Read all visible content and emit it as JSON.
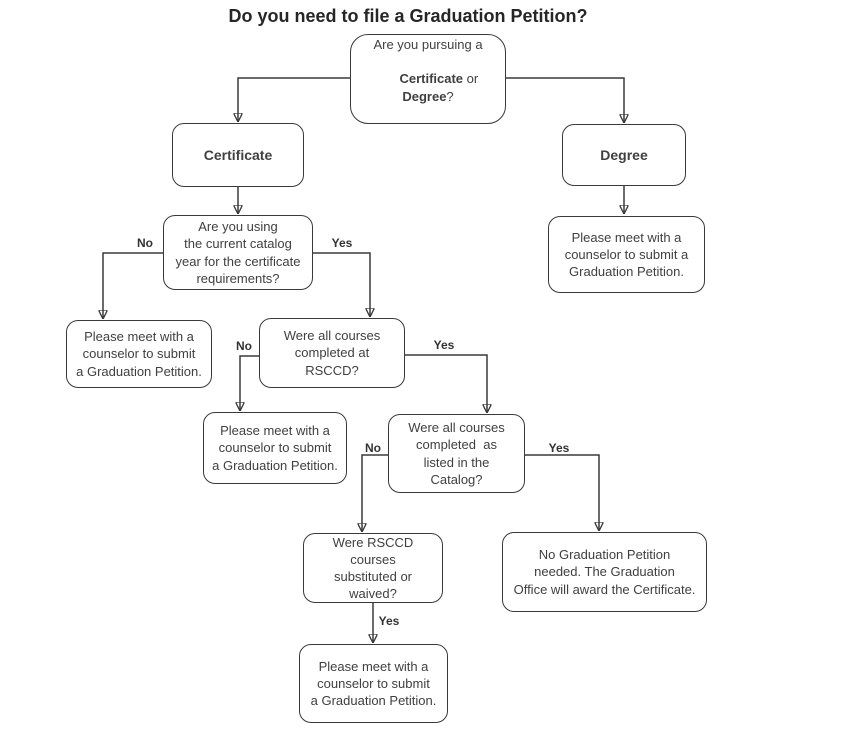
{
  "title": "Do you need to file a Graduation Petition?",
  "nodes": {
    "pursuing": {
      "line1": "Are you pursuing a",
      "bold1": "Certificate",
      "mid": " or ",
      "bold2": "Degree",
      "suffix": "?"
    },
    "certificate": {
      "label": "Certificate"
    },
    "degree": {
      "label": "Degree"
    },
    "catalog_year": {
      "label": "Are you using\nthe current catalog\nyear for the certificate\nrequirements?"
    },
    "meet_counselor_left": {
      "label": "Please meet with a\ncounselor to submit\na Graduation Petition."
    },
    "meet_counselor_degree": {
      "label": "Please meet with a\ncounselor to submit a\nGraduation Petition."
    },
    "rsccd": {
      "label": "Were all courses\ncompleted at\nRSCCD?"
    },
    "meet_counselor_mid": {
      "label": "Please meet with a\ncounselor to submit\na Graduation Petition."
    },
    "catalog_listed": {
      "label": "Were all courses\ncompleted  as\nlisted in the\nCatalog?"
    },
    "substituted": {
      "label": "Were RSCCD courses\nsubstituted or\nwaived?"
    },
    "no_petition": {
      "label": "No Graduation Petition\nneeded. The Graduation\nOffice will award the Certificate."
    },
    "meet_counselor_bottom": {
      "label": "Please meet with a\ncounselor to submit\na Graduation Petition."
    }
  },
  "edge_labels": {
    "catalog_year_no": "No",
    "catalog_year_yes": "Yes",
    "rsccd_no": "No",
    "rsccd_yes": "Yes",
    "catalog_listed_no": "No",
    "catalog_listed_yes": "Yes",
    "substituted_yes": "Yes"
  },
  "colors": {
    "border": "#3a3a3a",
    "text": "#404040",
    "line": "#3a3a3a",
    "background": "#ffffff"
  }
}
